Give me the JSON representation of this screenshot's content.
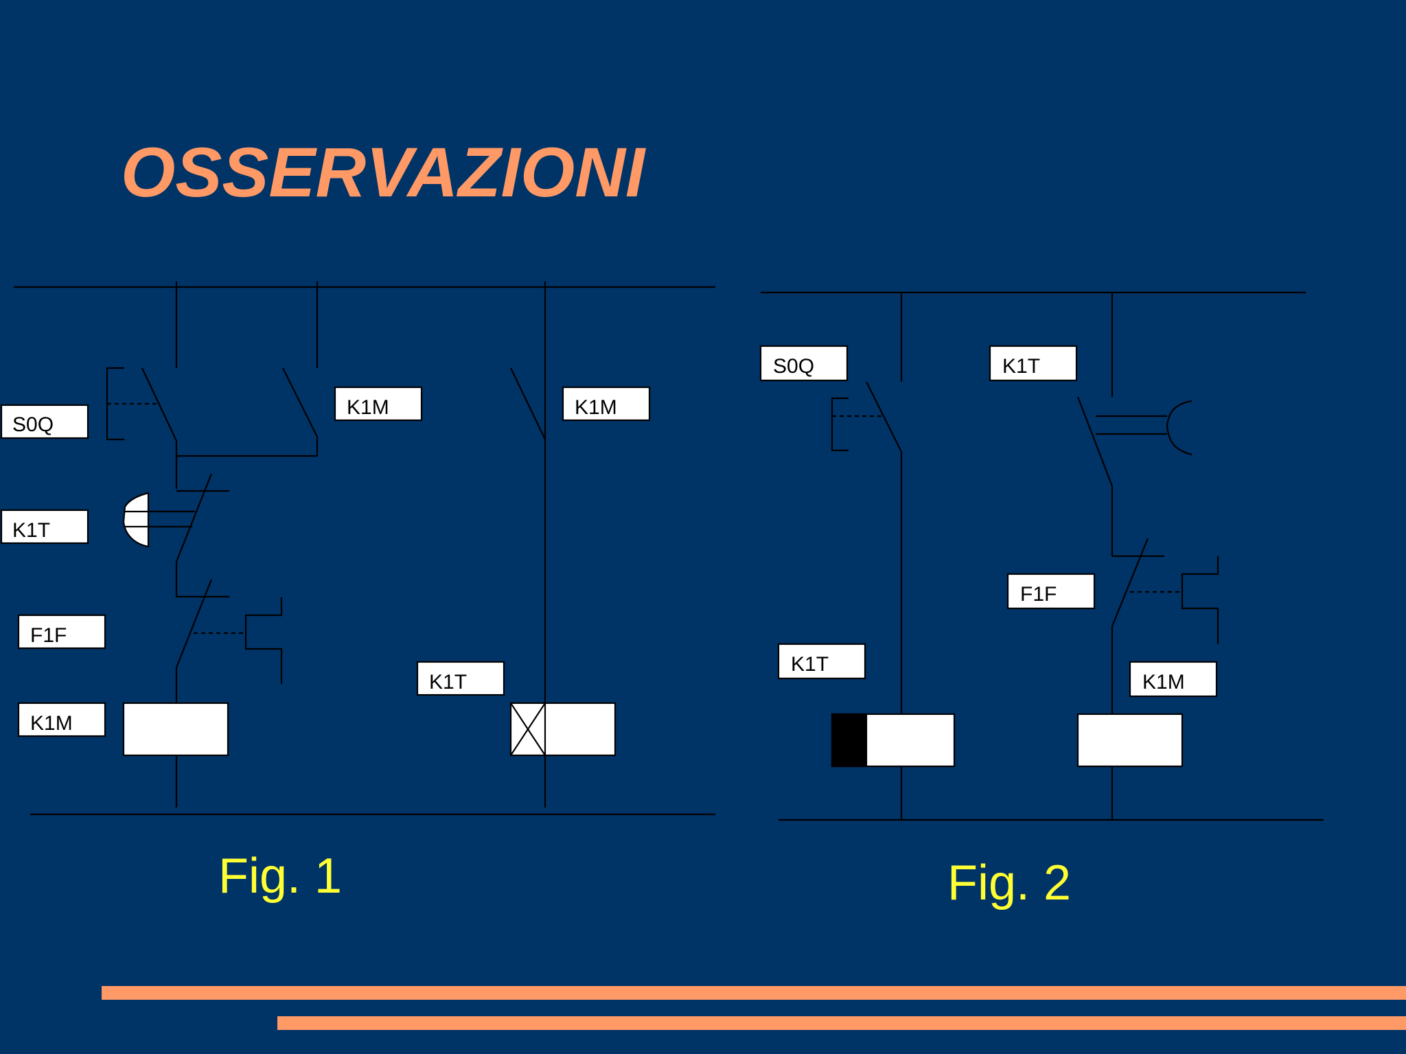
{
  "slide": {
    "title": "OSSERVAZIONI",
    "colors": {
      "background": "#003366",
      "title": "#FF9966",
      "caption": "#FFFF33",
      "accent_bars": "#FF9966"
    }
  },
  "fig1": {
    "caption": "Fig. 1",
    "labels": {
      "s0q": "S0Q",
      "k1t_contact": "K1T",
      "f1f": "F1F",
      "k1m_coil": "K1M",
      "k1m_contact_a": "K1M",
      "k1m_contact_b": "K1M",
      "k1t_coil": "K1T"
    }
  },
  "fig2": {
    "caption": "Fig. 2",
    "labels": {
      "s0q": "S0Q",
      "k1t_contact": "K1T",
      "f1f": "F1F",
      "k1t_coil": "K1T",
      "k1m_coil": "K1M"
    }
  }
}
